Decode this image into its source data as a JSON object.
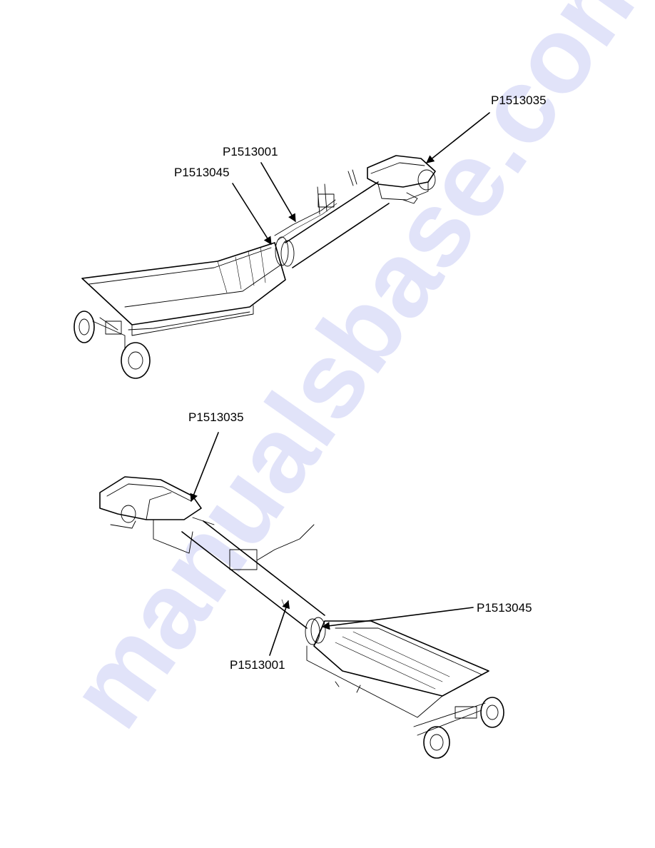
{
  "watermark": {
    "text": "manualsbase.com",
    "color": "#7b83e6"
  },
  "top_view": {
    "callouts": [
      {
        "id": "P1513035",
        "text": "P1513035",
        "target": "discharge-spout"
      },
      {
        "id": "P1513001",
        "text": "P1513001",
        "target": "auger-tube"
      },
      {
        "id": "P1513045",
        "text": "P1513045",
        "target": "tube-hopper-joint"
      }
    ]
  },
  "bottom_view": {
    "callouts": [
      {
        "id": "P1513035",
        "text": "P1513035",
        "target": "discharge-spout"
      },
      {
        "id": "P1513045",
        "text": "P1513045",
        "target": "tube-hopper-joint"
      },
      {
        "id": "P1513001",
        "text": "P1513001",
        "target": "auger-tube"
      }
    ]
  }
}
